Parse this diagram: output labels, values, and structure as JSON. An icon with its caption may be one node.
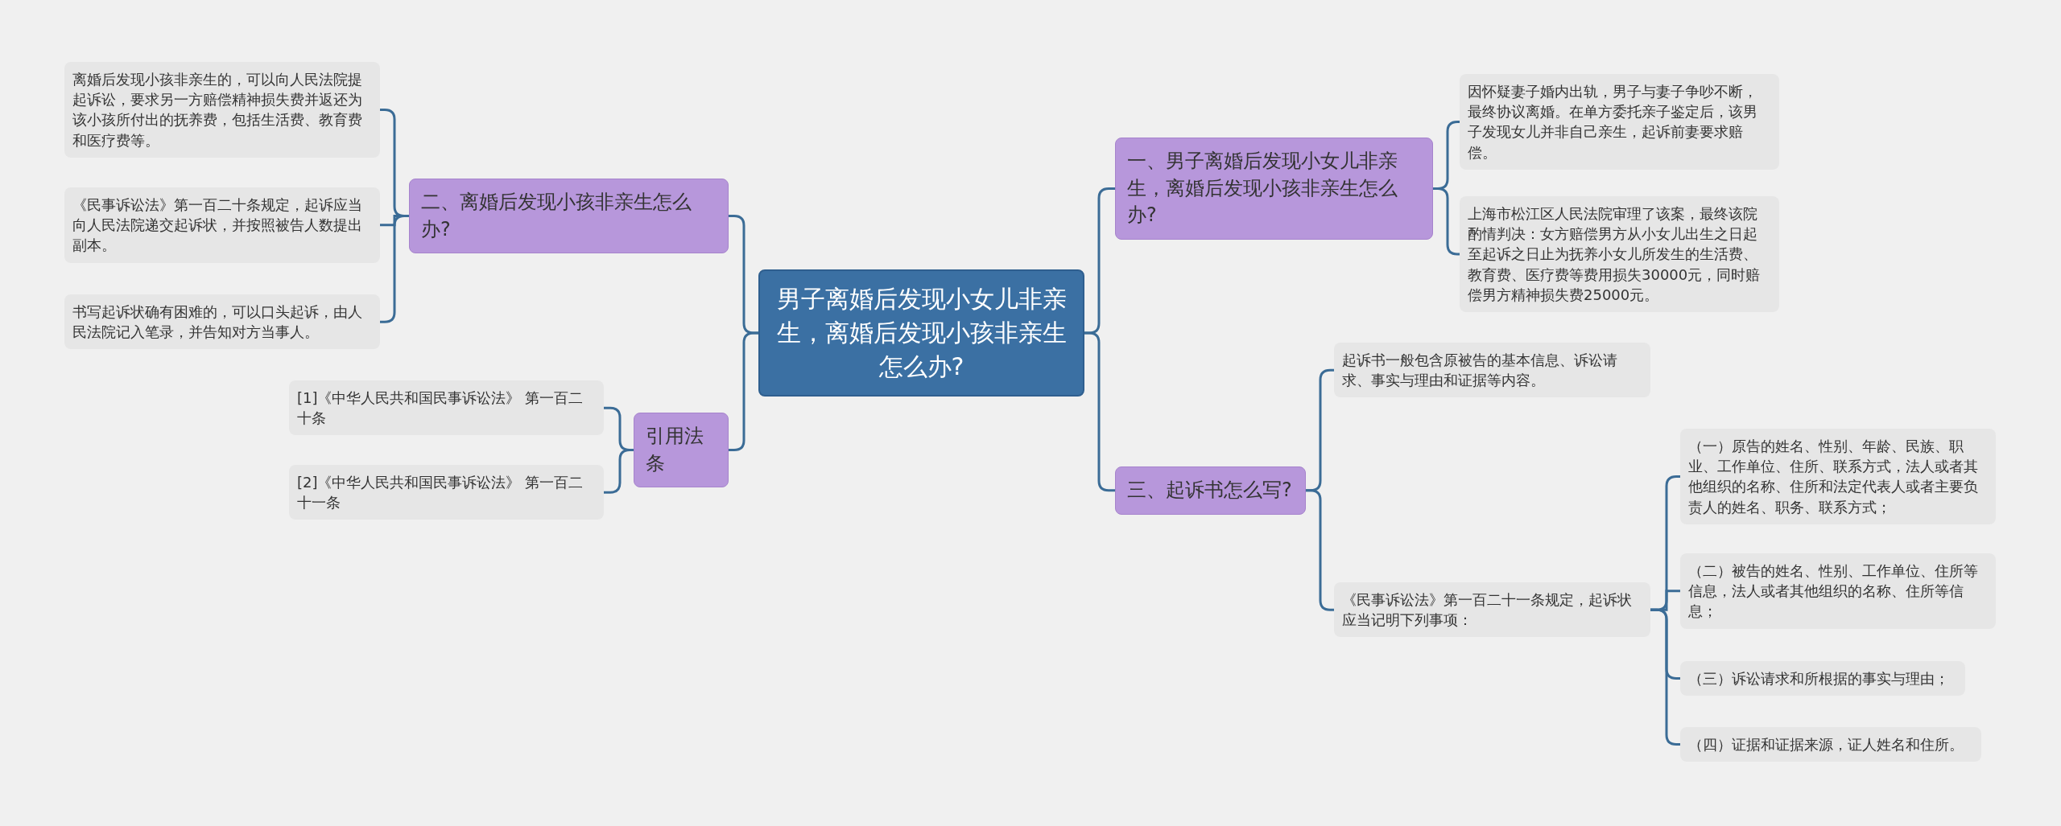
{
  "diagram": {
    "nodes": [
      {
        "text": [
          "男子离婚后发现小女儿非亲生，离婚后发现小孩非亲生怎么办?"
        ]
      },
      {
        "text": [
          "一、男子离婚后发现小女儿非亲生，离婚后发现小孩非亲生怎么办?"
        ]
      },
      {
        "text": [
          "因怀疑妻子婚内出轨，男子与妻子争吵不断，最终协议离婚。在单方委托亲子鉴定后，该男子发现女儿并非自己亲生，起诉前妻要求赔偿。"
        ]
      },
      {
        "text": [
          "上海市松江区人民法院审理了该案，最终该院酌情判决：女方赔偿男方从小女儿出生之日起至起诉之日止为抚养小女儿所发生的生活费、教育费、医疗费等费用损失30000元，同时赔偿男方精神损失费25000元。"
        ]
      },
      {
        "text": [
          "三、起诉书怎么写?"
        ]
      },
      {
        "text": [
          "起诉书一般包含原被告的基本信息、诉讼请求、事实与理由和证据等内容。"
        ]
      },
      {
        "text": [
          "《民事诉讼法》第一百二十一条规定，起诉状应当记明下列事项："
        ]
      },
      {
        "text": [
          "（一）原告的姓名、性别、年龄、民族、职业、工作单位、住所、联系方式，法人或者其他组织的名称、住所和法定代表人或者主要负责人的姓名、职务、联系方式；"
        ]
      },
      {
        "text": [
          "（二）被告的姓名、性别、工作单位、住所等信息，法人或者其他组织的名称、住所等信息；"
        ]
      },
      {
        "text": [
          "（三）诉讼请求和所根据的事实与理由；"
        ]
      },
      {
        "text": [
          "（四）证据和证据来源，证人姓名和住所。"
        ]
      },
      {
        "text": [
          "二、离婚后发现小孩非亲生怎么办?"
        ]
      },
      {
        "text": [
          "离婚后发现小孩非亲生的，可以向人民法院提起诉讼，要求另一方赔偿精神损失费并返还为该小孩所付出的抚养费，包括生活费、教育费和医疗费等。"
        ]
      },
      {
        "text": [
          "《民事诉讼法》第一百二十条规定，起诉应当向人民法院递交起诉状，并按照被告人数提出副本。"
        ]
      },
      {
        "text": [
          "书写起诉状确有困难的，可以口头起诉，由人民法院记入笔录，并告知对方当事人。"
        ]
      },
      {
        "text": [
          "引用法条"
        ]
      },
      {
        "text": [
          "[1]《中华人民共和国民事诉讼法》 第一百二十条"
        ]
      },
      {
        "text": [
          "[2]《中华人民共和国民事诉讼法》 第一百二十一条"
        ]
      }
    ],
    "edges": [
      {
        "from": 0,
        "to": 1,
        "arrow": "none"
      },
      {
        "from": 1,
        "to": 2,
        "arrow": "none"
      },
      {
        "from": 1,
        "to": 3,
        "arrow": "none"
      },
      {
        "from": 0,
        "to": 4,
        "arrow": "none"
      },
      {
        "from": 4,
        "to": 5,
        "arrow": "none"
      },
      {
        "from": 4,
        "to": 6,
        "arrow": "none"
      },
      {
        "from": 6,
        "to": 7,
        "arrow": "none"
      },
      {
        "from": 6,
        "to": 8,
        "arrow": "none"
      },
      {
        "from": 6,
        "to": 9,
        "arrow": "none"
      },
      {
        "from": 6,
        "to": 10,
        "arrow": "none"
      },
      {
        "from": 0,
        "to": 11,
        "arrow": "none"
      },
      {
        "from": 11,
        "to": 12,
        "arrow": "none"
      },
      {
        "from": 11,
        "to": 13,
        "arrow": "none"
      },
      {
        "from": 11,
        "to": 14,
        "arrow": "none"
      },
      {
        "from": 0,
        "to": 15,
        "arrow": "none"
      },
      {
        "from": 15,
        "to": 16,
        "arrow": "none"
      },
      {
        "from": 15,
        "to": 17,
        "arrow": "none"
      }
    ]
  }
}
